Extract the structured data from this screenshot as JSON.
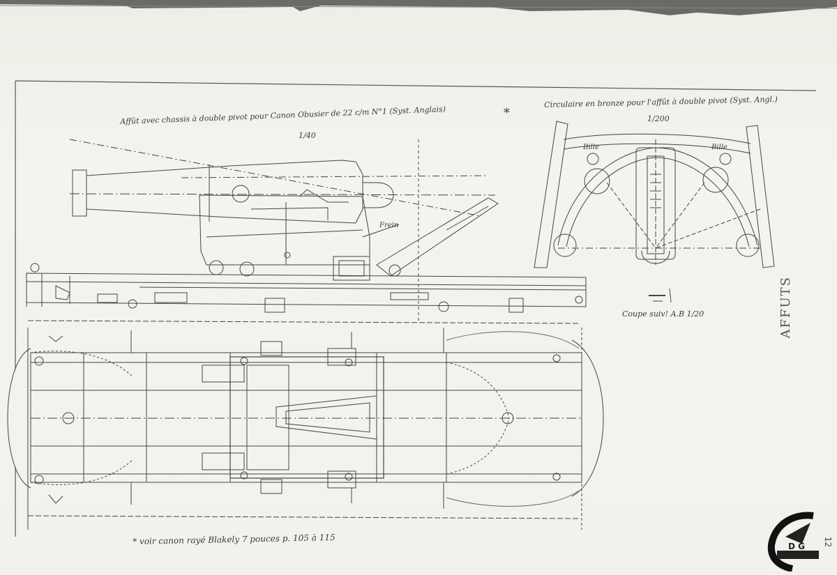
{
  "drawing": {
    "title_left": "Affût avec chassis à double pivot pour Canon Obusier de 22 c/m N°1 (Syst. Anglais)",
    "scale_left": "1/40",
    "asterisk": "*",
    "title_right": "Circulaire en bronze pour l'affût à double pivot (Syst. Angl.)",
    "scale_right": "1/200",
    "section_caption": "Coupe suiv! A.B 1/20",
    "footnote": "* voir canon rayé Blakely 7 pouces p. 105 à 115",
    "side_title": "AFFUTS",
    "page_number": "12",
    "annotations": {
      "frein": "Frein",
      "bille_left": "Bille",
      "bille_right": "Bille"
    }
  },
  "colors": {
    "paper": "#f4f2ec",
    "ink": "#3a3a3a",
    "faint_ink": "#8a8a84"
  },
  "icons": {
    "stamp": "library-stamp-icon"
  }
}
